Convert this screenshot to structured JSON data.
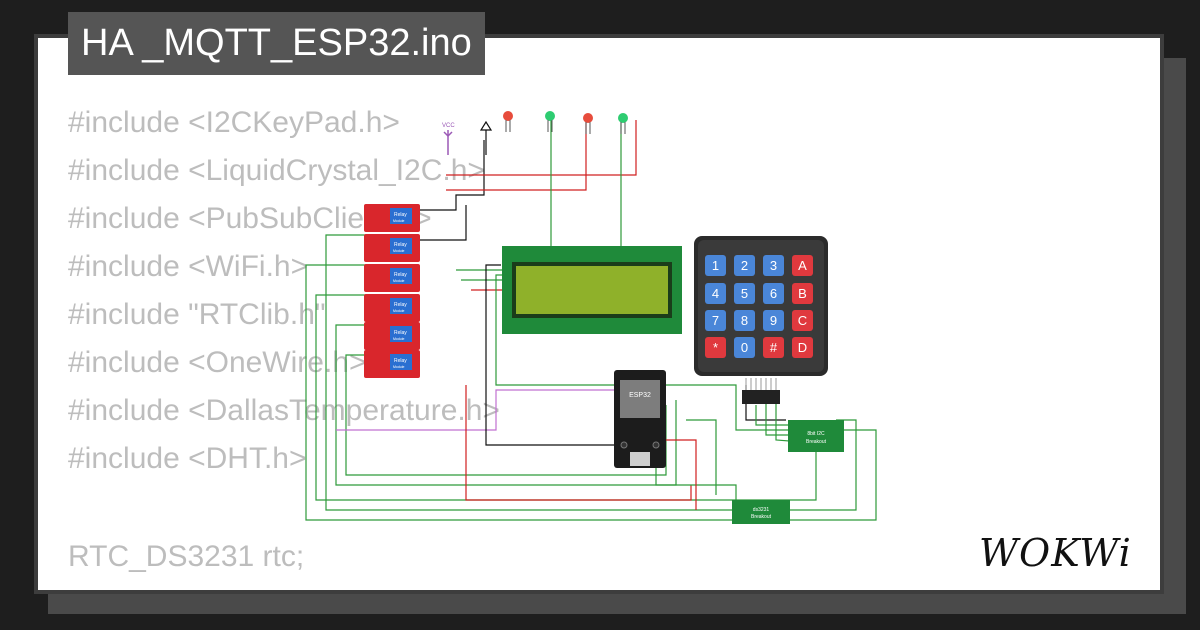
{
  "header": {
    "title": "HA _MQTT_ESP32.ino"
  },
  "code_lines": [
    "#include <I2CKeyPad.h>",
    "#include <LiquidCrystal_I2C.h>",
    "#include <PubSubClient.h>",
    "#include <WiFi.h>",
    "#include \"RTClib.h\"",
    "#include <OneWire.h>",
    "#include <DallasTemperature.h>",
    "#include <DHT.h>"
  ],
  "code_footer": "RTC_DS3231 rtc;",
  "circuit": {
    "vcc_label": "VCC",
    "relay_label": "Relay",
    "relay_sublabel": "Module",
    "esp_label": "ESP32",
    "i2c_label_1": "8bit I2C",
    "i2c_label_2": "Breakout",
    "rtc_label_1": "ds3231",
    "rtc_label_2": "Breakout",
    "keypad_keys": [
      "1",
      "2",
      "3",
      "A",
      "4",
      "5",
      "6",
      "B",
      "7",
      "8",
      "9",
      "C",
      "*",
      "0",
      "#",
      "D"
    ]
  },
  "brand": {
    "name": "WOKWi"
  },
  "colors": {
    "background": "#1e1e1e",
    "card": "#ffffff",
    "title_bg": "#555555",
    "code_text": "#bdbdbd",
    "wire_green": "#2e9a3a",
    "wire_red": "#d02020",
    "wire_black": "#111111",
    "relay_red": "#d9262c",
    "lcd_green": "#1f8a3a",
    "lcd_screen": "#8fb12a",
    "keypad_blue": "#4a86d8",
    "keypad_red": "#e0393e"
  }
}
